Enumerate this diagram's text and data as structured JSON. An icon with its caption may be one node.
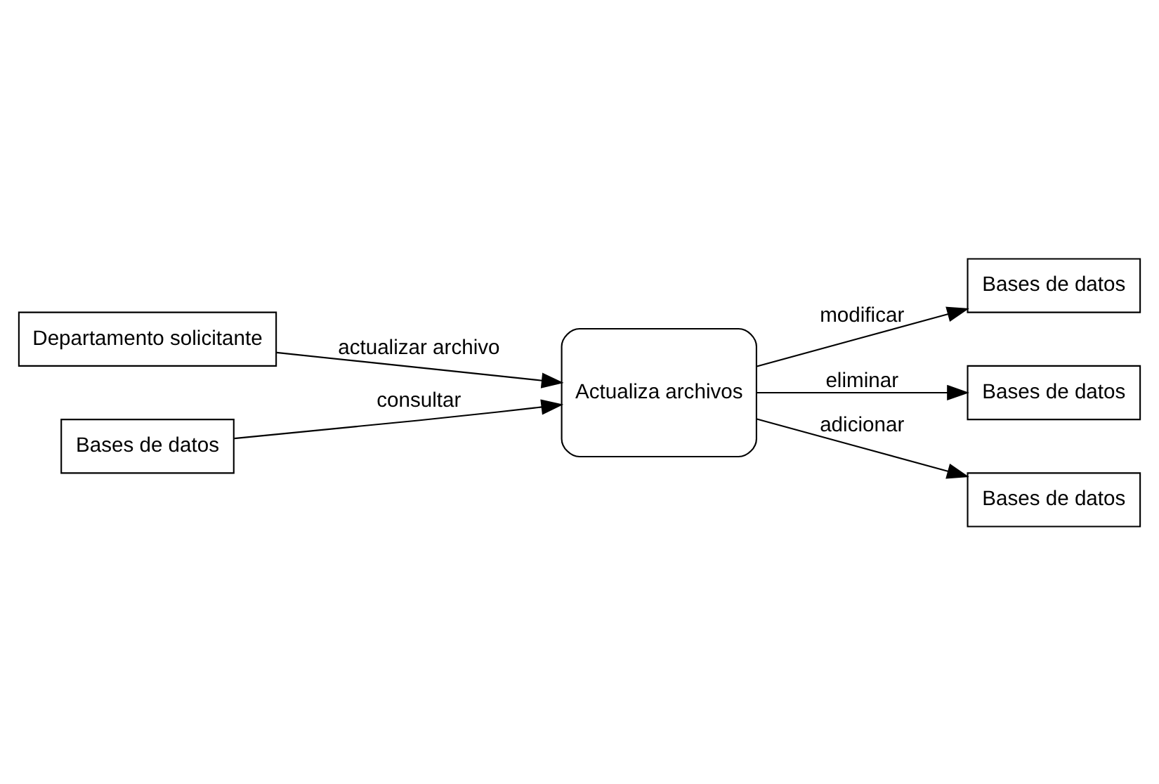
{
  "diagram": {
    "nodes": [
      {
        "text": [
          "Departamento solicitante"
        ]
      },
      {
        "text": [
          "Actualiza archivos"
        ]
      },
      {
        "text": [
          "Bases de datos"
        ]
      },
      {
        "text": [
          "Bases de datos"
        ]
      },
      {
        "text": [
          "Bases de datos"
        ]
      },
      {
        "text": [
          "Bases de datos"
        ]
      }
    ],
    "edges": [
      {
        "from": 0,
        "to": 1,
        "arrow": "to",
        "label": "actualizar archivo"
      },
      {
        "from": 1,
        "to": 2,
        "arrow": "to",
        "label": "modificar"
      },
      {
        "from": 1,
        "to": 3,
        "arrow": "to",
        "label": "eliminar"
      },
      {
        "from": 1,
        "to": 4,
        "arrow": "to",
        "label": "adicionar"
      },
      {
        "from": 5,
        "to": 1,
        "arrow": "to",
        "label": "consultar"
      }
    ]
  }
}
